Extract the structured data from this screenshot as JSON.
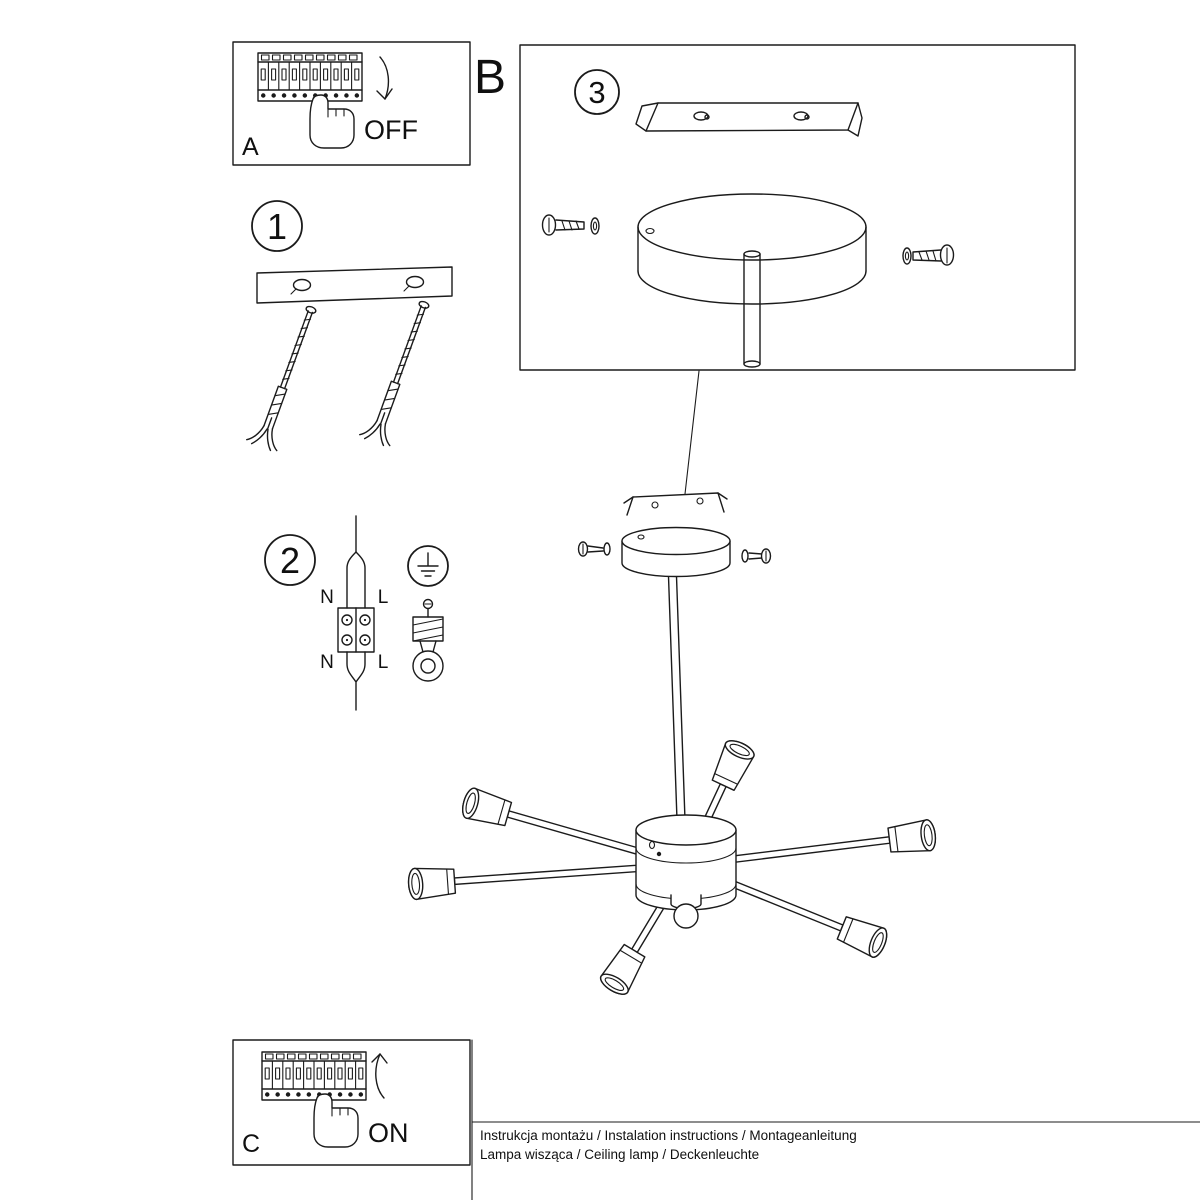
{
  "ink": "#1b1b1b",
  "panel_a": {
    "label": "A",
    "switch_state": "OFF"
  },
  "section_b": {
    "label": "B"
  },
  "panel_c": {
    "label": "C",
    "switch_state": "ON"
  },
  "steps": {
    "step1": {
      "number": "1"
    },
    "step2": {
      "number": "2",
      "wiring_labels": {
        "top_left": "N",
        "top_right": "L",
        "bottom_left": "N",
        "bottom_right": "L"
      }
    },
    "step3": {
      "number": "3"
    }
  },
  "footer": {
    "line1": "Instrukcja montażu / Instalation instructions / Montageanleitung",
    "line2": "Lampa wisząca / Ceiling lamp / Deckenleuchte"
  }
}
